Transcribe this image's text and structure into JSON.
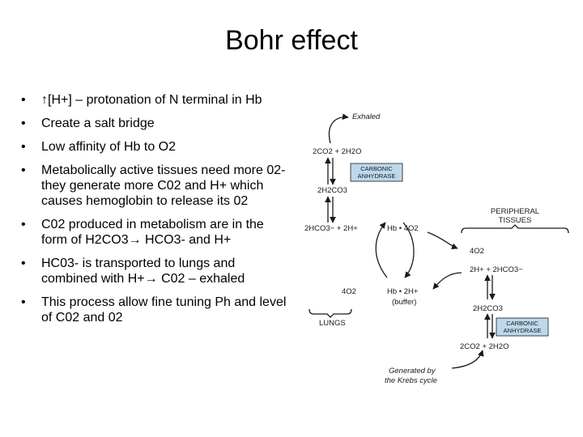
{
  "slide": {
    "title": "Bohr effect",
    "bullets": [
      "↑[H+] – protonation of N terminal in Hb",
      "Create a salt bridge",
      "Low affinity of Hb to O2",
      "Metabolically active tissues need more 02- they generate more C02 and H+ which causes hemoglobin to release its 02",
      "C02 produced in metabolism are in the form of H2CO3→ HCO3- and H+",
      "HC03- is transported to lungs and combined with H+→ C02 – exhaled",
      "This process allow fine tuning Ph and level of C02 and 02"
    ]
  },
  "diagram": {
    "exhaled": "Exhaled",
    "lungs_co2": "2CO2 + 2H2O",
    "lungs_enzyme_1": "CARBONIC",
    "lungs_enzyme_2": "ANHYDRASE",
    "lungs_h2co3": "2H2CO3",
    "lungs_hco3": "2HCO3− + 2H+",
    "lungs_o2": "4O2",
    "lungs_label": "LUNGS",
    "hb_o2": "Hb • 4O2",
    "hb_h": "Hb • 2H+",
    "buffer": "(buffer)",
    "peripheral_1": "PERIPHERAL",
    "peripheral_2": "TISSUES",
    "tissue_o2": "4O2",
    "tissue_hco3": "2H+ + 2HCO3−",
    "tissue_h2co3": "2H2CO3",
    "tissue_enzyme_1": "CARBONIC",
    "tissue_enzyme_2": "ANHYDRASE",
    "tissue_co2": "2CO2 + 2H2O",
    "krebs_1": "Generated by",
    "krebs_2": "the Krebs cycle",
    "colors": {
      "enzyme_box": "#bcd8ec",
      "ink": "#1a1a1a"
    }
  }
}
